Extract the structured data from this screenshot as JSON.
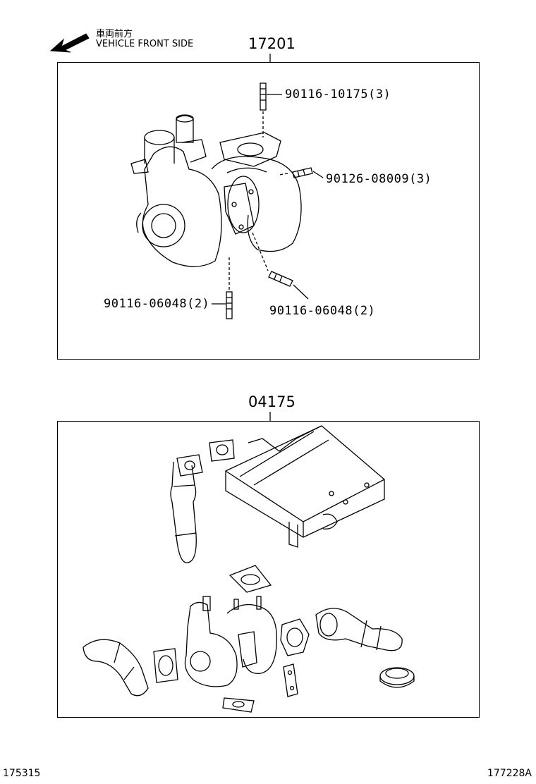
{
  "orientation": {
    "jp_label": "車両前方",
    "en_label": "VEHICLE FRONT SIDE",
    "icon": "arrow-up-left-icon"
  },
  "assembly_top": {
    "part_no": "17201",
    "callouts": [
      {
        "text": "90116-10175(3)"
      },
      {
        "text": "90126-08009(3)"
      },
      {
        "text": "90116-06048(2)"
      },
      {
        "text": "90116-06048(2)"
      }
    ]
  },
  "assembly_bottom": {
    "part_no": "04175"
  },
  "footer": {
    "left_code": "175315",
    "right_code": "177228A"
  }
}
